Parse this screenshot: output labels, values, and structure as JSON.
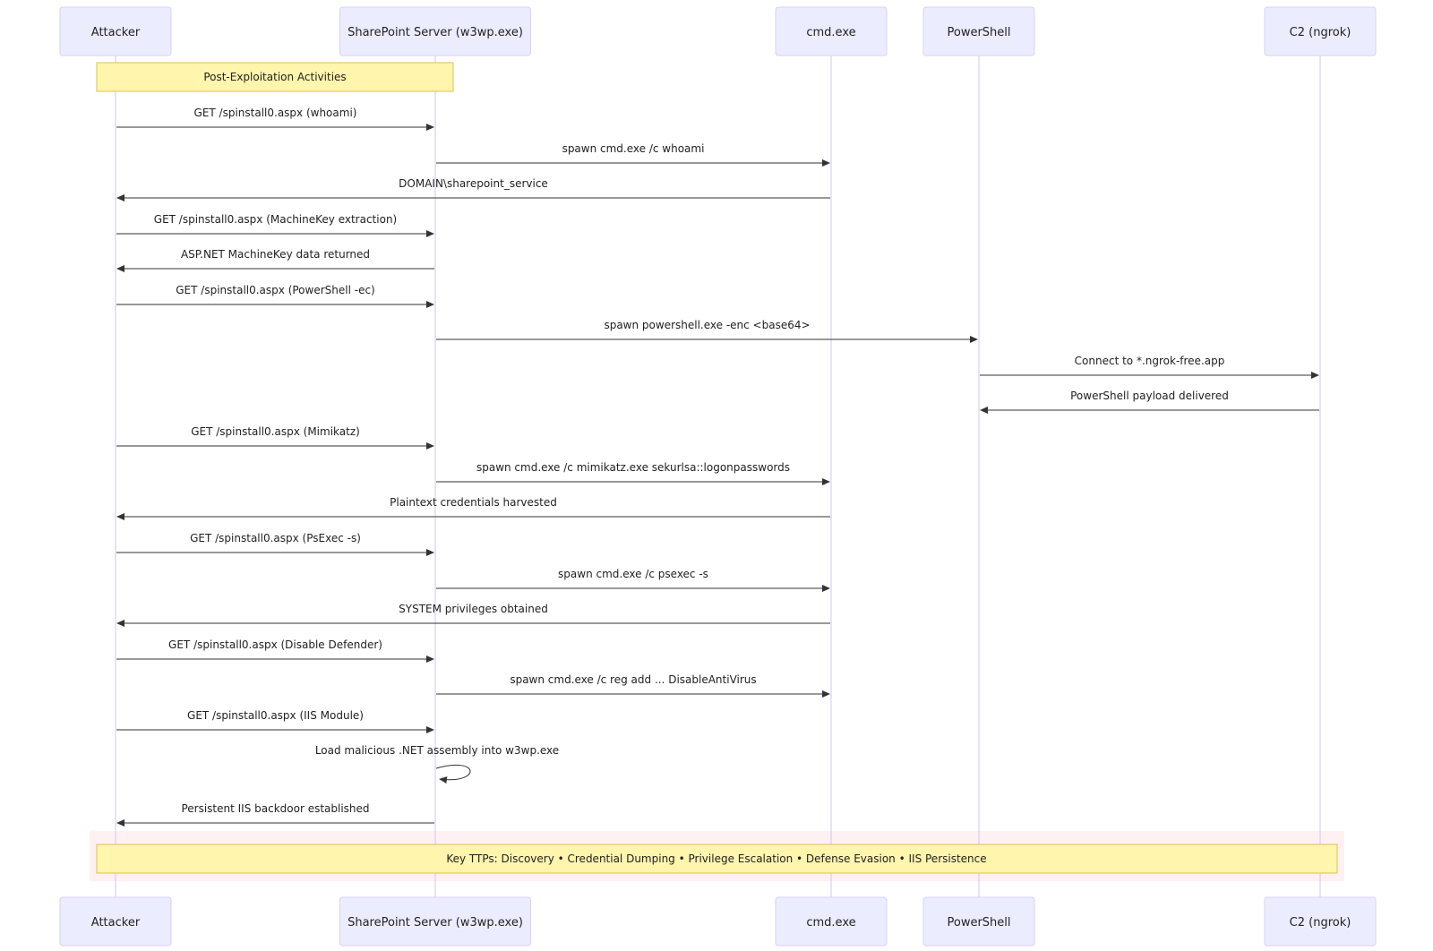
{
  "participants": [
    {
      "id": "attacker",
      "label": "Attacker"
    },
    {
      "id": "sharepoint",
      "label": "SharePoint Server (w3wp.exe)"
    },
    {
      "id": "cmd",
      "label": "cmd.exe"
    },
    {
      "id": "powershell",
      "label": "PowerShell"
    },
    {
      "id": "c2",
      "label": "C2 (ngrok)"
    }
  ],
  "notes": {
    "top": "Post-Exploitation Activities",
    "bottom": "Key TTPs: Discovery • Credential Dumping • Privilege Escalation • Defense Evasion • IIS Persistence"
  },
  "messages": [
    {
      "from": "attacker",
      "to": "sharepoint",
      "label": "GET /spinstall0.aspx (whoami)"
    },
    {
      "from": "sharepoint",
      "to": "cmd",
      "label": "spawn cmd.exe /c whoami"
    },
    {
      "from": "cmd",
      "to": "attacker",
      "label": "DOMAIN\\sharepoint_service"
    },
    {
      "from": "attacker",
      "to": "sharepoint",
      "label": "GET /spinstall0.aspx (MachineKey extraction)"
    },
    {
      "from": "sharepoint",
      "to": "attacker",
      "label": "ASP.NET MachineKey data returned"
    },
    {
      "from": "attacker",
      "to": "sharepoint",
      "label": "GET /spinstall0.aspx (PowerShell -ec)"
    },
    {
      "from": "sharepoint",
      "to": "powershell",
      "label": "spawn powershell.exe -enc <base64>"
    },
    {
      "from": "powershell",
      "to": "c2",
      "label": "Connect to *.ngrok-free.app"
    },
    {
      "from": "c2",
      "to": "powershell",
      "label": "PowerShell payload delivered"
    },
    {
      "from": "attacker",
      "to": "sharepoint",
      "label": "GET /spinstall0.aspx (Mimikatz)"
    },
    {
      "from": "sharepoint",
      "to": "cmd",
      "label": "spawn cmd.exe /c mimikatz.exe sekurlsa::logonpasswords"
    },
    {
      "from": "cmd",
      "to": "attacker",
      "label": "Plaintext credentials harvested"
    },
    {
      "from": "attacker",
      "to": "sharepoint",
      "label": "GET /spinstall0.aspx (PsExec -s)"
    },
    {
      "from": "sharepoint",
      "to": "cmd",
      "label": "spawn cmd.exe /c psexec -s"
    },
    {
      "from": "cmd",
      "to": "attacker",
      "label": "SYSTEM privileges obtained"
    },
    {
      "from": "attacker",
      "to": "sharepoint",
      "label": "GET /spinstall0.aspx (Disable Defender)"
    },
    {
      "from": "sharepoint",
      "to": "cmd",
      "label": "spawn cmd.exe /c reg add ... DisableAntiVirus"
    },
    {
      "from": "attacker",
      "to": "sharepoint",
      "label": "GET /spinstall0.aspx (IIS Module)"
    },
    {
      "from": "sharepoint",
      "to": "sharepoint",
      "label": "Load malicious .NET assembly into w3wp.exe"
    },
    {
      "from": "sharepoint",
      "to": "attacker",
      "label": "Persistent IIS backdoor established"
    }
  ]
}
